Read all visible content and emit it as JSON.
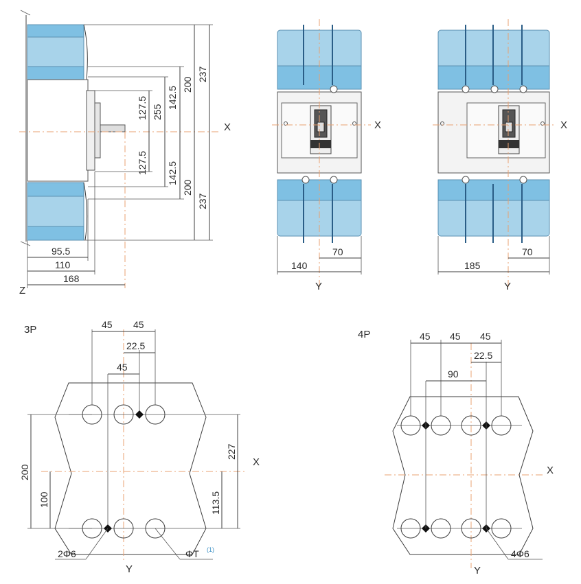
{
  "side_view": {
    "dims_vertical": [
      "237",
      "200",
      "142.5",
      "255",
      "127.5",
      "127.5",
      "142.5",
      "200",
      "237"
    ],
    "dims_horizontal": [
      "95.5",
      "110",
      "168"
    ],
    "axis_x": "X",
    "axis_z": "Z"
  },
  "front_3p": {
    "width": "140",
    "half": "70",
    "axis_x": "X",
    "axis_y": "Y"
  },
  "front_4p": {
    "width": "185",
    "half": "70",
    "axis_x": "X",
    "axis_y": "Y"
  },
  "plan_3p": {
    "label": "3P",
    "top_dims": [
      "45",
      "45",
      "22.5",
      "45"
    ],
    "left_dims": [
      "200",
      "100"
    ],
    "right_dims": [
      "227",
      "113.5"
    ],
    "hole_label": "2Φ6",
    "terminal_label": "ΦT",
    "terminal_note": "(1)",
    "axis_x": "X",
    "axis_y": "Y"
  },
  "plan_4p": {
    "label": "4P",
    "top_dims": [
      "45",
      "45",
      "45",
      "22.5",
      "90"
    ],
    "hole_label": "4Φ6",
    "axis_x": "X",
    "axis_y": "Y"
  },
  "colors": {
    "busbar_light": "#a8d3ea",
    "busbar_dark": "#7fc0e3",
    "center_line": "#e8a070"
  }
}
